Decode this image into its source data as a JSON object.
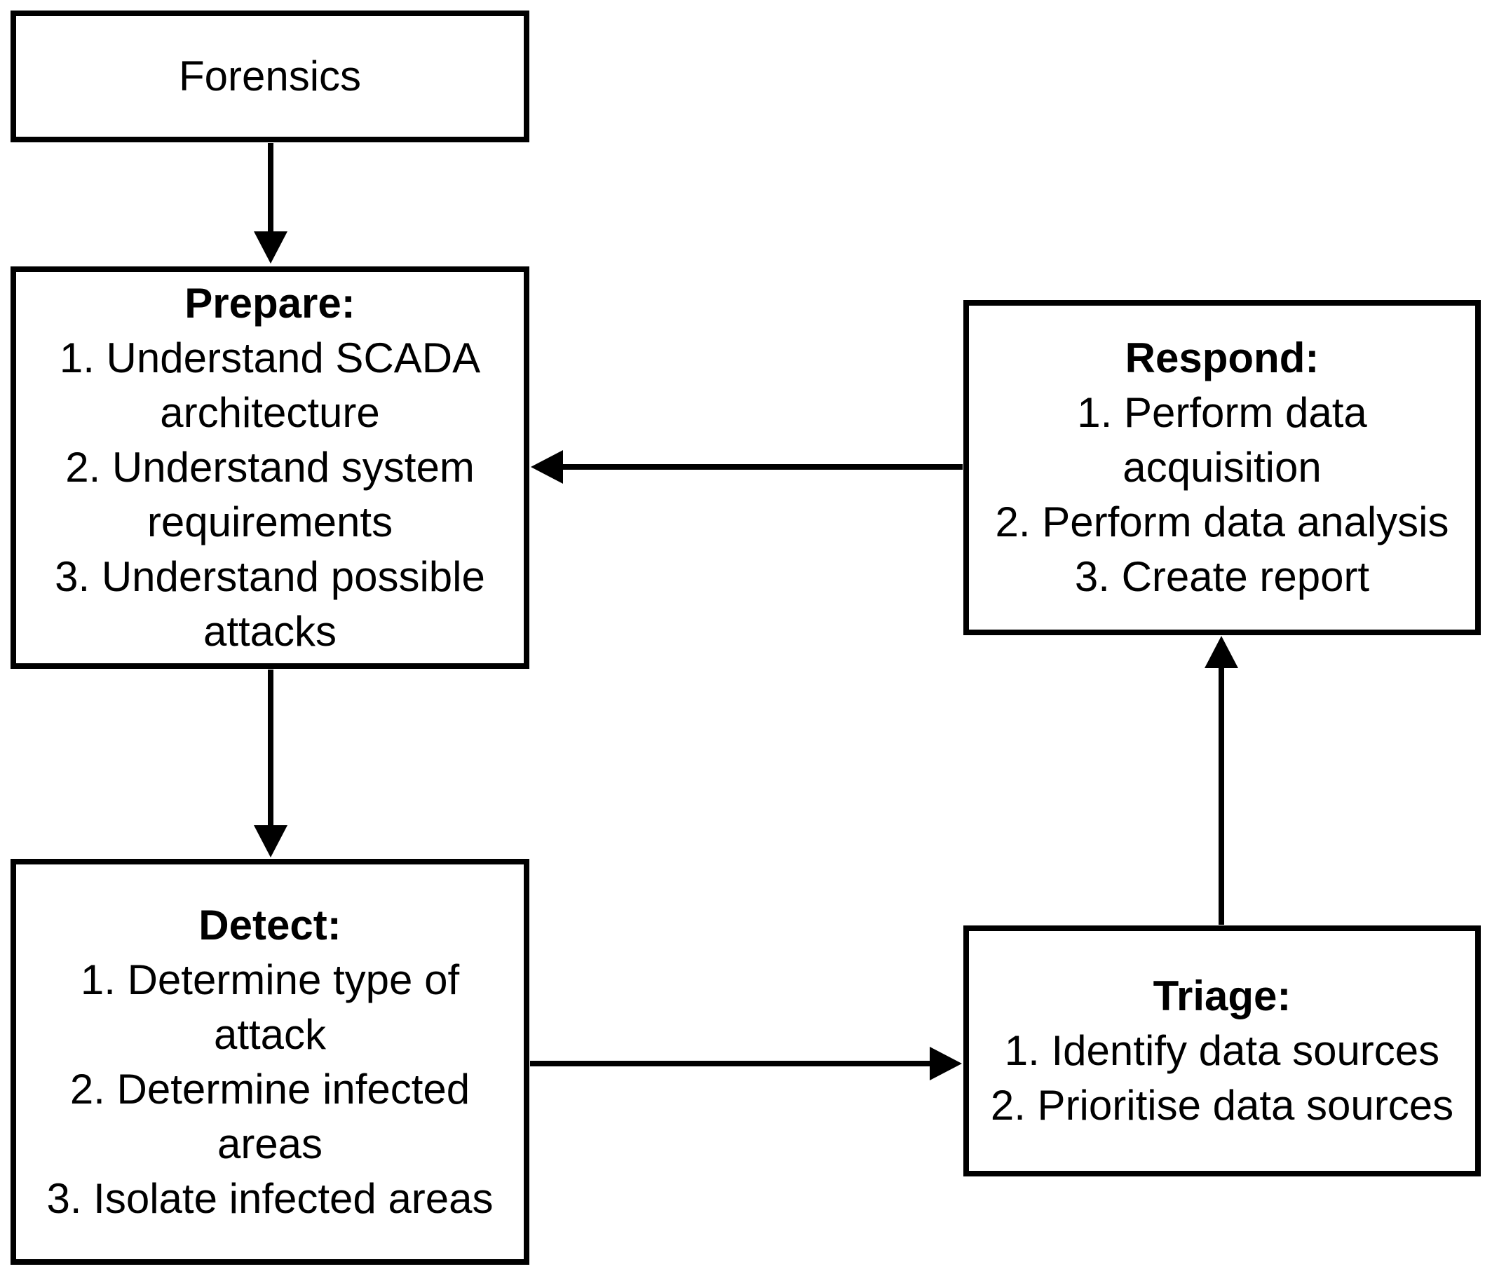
{
  "diagram": {
    "colors": {
      "line": "#000000",
      "text": "#000000",
      "background": "#ffffff"
    },
    "boxes": [
      {
        "id": "forensics",
        "title": "Forensics",
        "title_bold": false,
        "items": []
      },
      {
        "id": "prepare",
        "title": "Prepare:",
        "title_bold": true,
        "items": [
          [
            "1. Understand SCADA",
            "architecture"
          ],
          [
            "2. Understand system",
            "requirements"
          ],
          [
            "3. Understand possible",
            "attacks"
          ]
        ]
      },
      {
        "id": "detect",
        "title": "Detect:",
        "title_bold": true,
        "items": [
          [
            "1. Determine type of",
            "attack"
          ],
          [
            "2. Determine infected",
            "areas"
          ],
          [
            "3. Isolate infected areas"
          ]
        ]
      },
      {
        "id": "respond",
        "title": "Respond:",
        "title_bold": true,
        "items": [
          [
            "1. Perform data",
            "acquisition"
          ],
          [
            "2. Perform data analysis"
          ],
          [
            "3. Create report"
          ]
        ]
      },
      {
        "id": "triage",
        "title": "Triage:",
        "title_bold": true,
        "items": [
          [
            "1. Identify data sources"
          ],
          [
            "2. Prioritise data sources"
          ]
        ]
      }
    ],
    "connections": [
      {
        "from": "forensics",
        "to": "prepare",
        "direction": "down"
      },
      {
        "from": "prepare",
        "to": "detect",
        "direction": "down"
      },
      {
        "from": "detect",
        "to": "triage",
        "direction": "right"
      },
      {
        "from": "triage",
        "to": "respond",
        "direction": "up"
      },
      {
        "from": "respond",
        "to": "prepare",
        "direction": "left"
      }
    ]
  }
}
